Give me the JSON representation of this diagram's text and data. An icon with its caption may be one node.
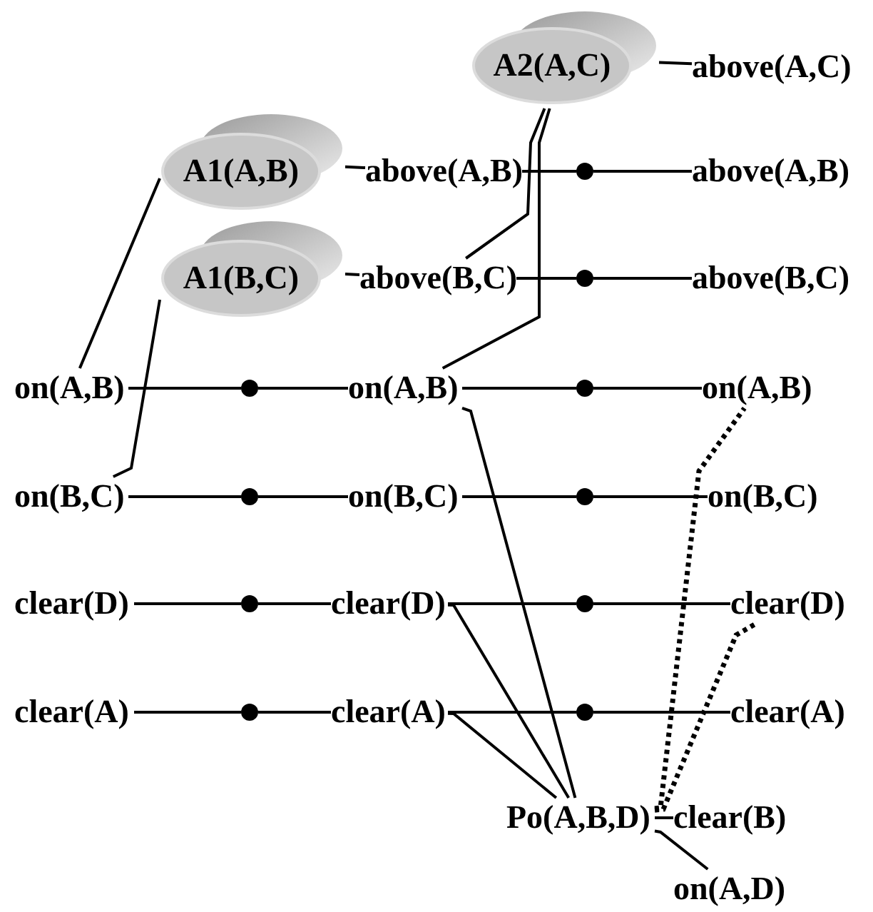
{
  "diagram": {
    "nodes": [
      {
        "text": [
          "A2(A,C)"
        ]
      },
      {
        "text": [
          "above(A,C)"
        ]
      },
      {
        "text": [
          "A1(A,B)"
        ]
      },
      {
        "text": [
          "above(A,B)"
        ]
      },
      {
        "text": [
          "above(A,B)"
        ]
      },
      {
        "text": [
          "A1(B,C)"
        ]
      },
      {
        "text": [
          "above(B,C)"
        ]
      },
      {
        "text": [
          "above(B,C)"
        ]
      },
      {
        "text": [
          "on(A,B)"
        ]
      },
      {
        "text": [
          "on(A,B)"
        ]
      },
      {
        "text": [
          "on(A,B)"
        ]
      },
      {
        "text": [
          "on(B,C)"
        ]
      },
      {
        "text": [
          "on(B,C)"
        ]
      },
      {
        "text": [
          "on(B,C)"
        ]
      },
      {
        "text": [
          "clear(D)"
        ]
      },
      {
        "text": [
          "clear(D)"
        ]
      },
      {
        "text": [
          "clear(D)"
        ]
      },
      {
        "text": [
          "clear(A)"
        ]
      },
      {
        "text": [
          "clear(A)"
        ]
      },
      {
        "text": [
          "clear(A)"
        ]
      },
      {
        "text": [
          "Po(A,B,D)"
        ]
      },
      {
        "text": [
          "clear(B)"
        ]
      },
      {
        "text": [
          "on(A,D)"
        ]
      },
      {
        "text": [],
        "shape": "circle"
      },
      {
        "text": [],
        "shape": "circle"
      },
      {
        "text": [],
        "shape": "circle"
      },
      {
        "text": [],
        "shape": "circle"
      },
      {
        "text": [],
        "shape": "circle"
      },
      {
        "text": [],
        "shape": "circle"
      },
      {
        "text": [],
        "shape": "circle"
      },
      {
        "text": [],
        "shape": "circle"
      },
      {
        "text": [],
        "shape": "circle"
      },
      {
        "text": [],
        "shape": "circle"
      }
    ],
    "edges": [
      {
        "from": 0,
        "to": 1,
        "arrow": "none"
      },
      {
        "from": 0,
        "to": 6,
        "arrow": "none"
      },
      {
        "from": 0,
        "to": 9,
        "arrow": "none"
      },
      {
        "from": 2,
        "to": 3,
        "arrow": "none"
      },
      {
        "from": 2,
        "to": 8,
        "arrow": "none"
      },
      {
        "from": 5,
        "to": 6,
        "arrow": "none"
      },
      {
        "from": 5,
        "to": 11,
        "arrow": "none"
      },
      {
        "from": 3,
        "to": 23,
        "arrow": "none"
      },
      {
        "from": 23,
        "to": 4,
        "arrow": "none"
      },
      {
        "from": 6,
        "to": 24,
        "arrow": "none"
      },
      {
        "from": 24,
        "to": 7,
        "arrow": "none"
      },
      {
        "from": 8,
        "to": 25,
        "arrow": "none"
      },
      {
        "from": 25,
        "to": 9,
        "arrow": "none"
      },
      {
        "from": 9,
        "to": 26,
        "arrow": "none"
      },
      {
        "from": 26,
        "to": 10,
        "arrow": "none"
      },
      {
        "from": 11,
        "to": 27,
        "arrow": "none"
      },
      {
        "from": 27,
        "to": 12,
        "arrow": "none"
      },
      {
        "from": 12,
        "to": 28,
        "arrow": "none"
      },
      {
        "from": 28,
        "to": 13,
        "arrow": "none"
      },
      {
        "from": 14,
        "to": 29,
        "arrow": "none"
      },
      {
        "from": 29,
        "to": 15,
        "arrow": "none"
      },
      {
        "from": 15,
        "to": 30,
        "arrow": "none"
      },
      {
        "from": 30,
        "to": 16,
        "arrow": "none"
      },
      {
        "from": 17,
        "to": 31,
        "arrow": "none"
      },
      {
        "from": 31,
        "to": 18,
        "arrow": "none"
      },
      {
        "from": 18,
        "to": 32,
        "arrow": "none"
      },
      {
        "from": 32,
        "to": 19,
        "arrow": "none"
      },
      {
        "from": 9,
        "to": 20,
        "arrow": "none"
      },
      {
        "from": 15,
        "to": 20,
        "arrow": "none"
      },
      {
        "from": 18,
        "to": 20,
        "arrow": "none"
      },
      {
        "from": 20,
        "to": 21,
        "arrow": "none"
      },
      {
        "from": 20,
        "to": 22,
        "arrow": "none"
      },
      {
        "from": 20,
        "to": 10,
        "arrow": "none",
        "style": "dashed"
      },
      {
        "from": 20,
        "to": 16,
        "arrow": "none",
        "style": "dashed"
      }
    ]
  }
}
